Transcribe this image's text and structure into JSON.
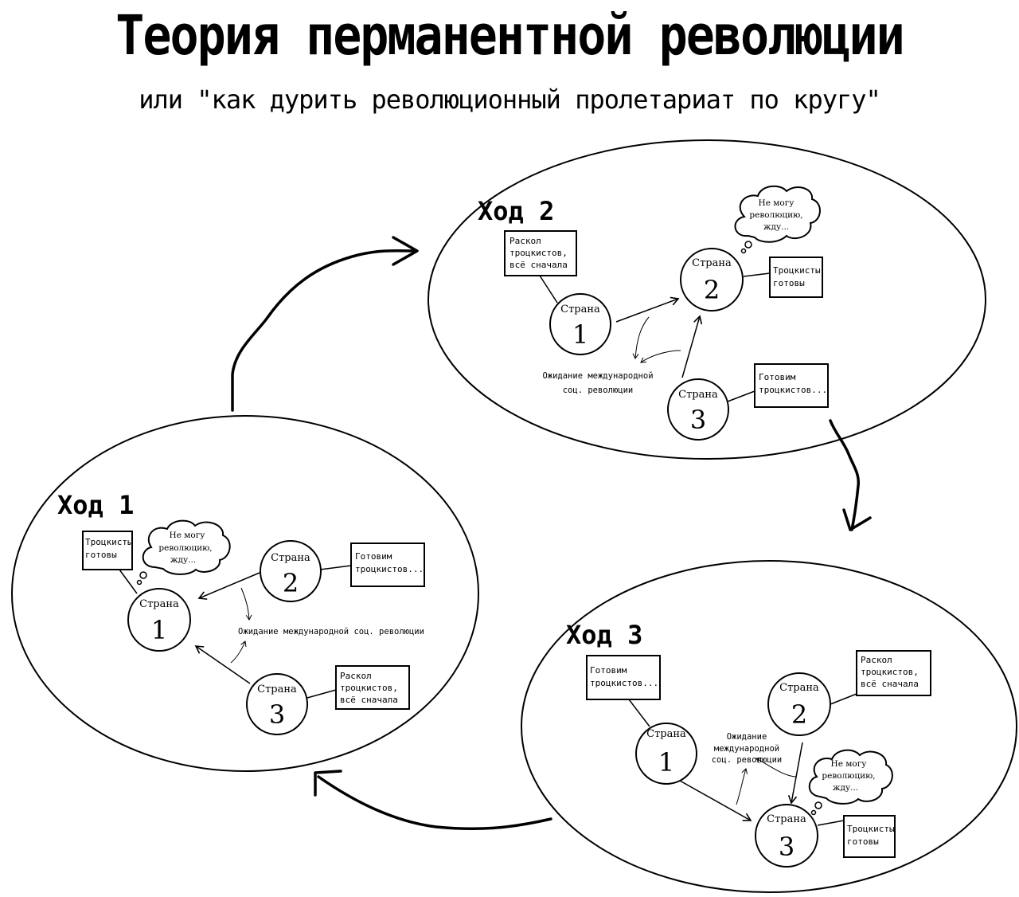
{
  "title": "Теория перманентной революции",
  "subtitle": "или \"как дурить революционный пролетариат по кругу\"",
  "country_word": "Страна",
  "country_numbers": [
    "1",
    "2",
    "3"
  ],
  "thought": [
    "Не могу",
    "революцию,",
    "жду..."
  ],
  "moves": [
    {
      "label": "Ход 1",
      "boxes": [
        [
          "Троцкисты",
          "готовы"
        ],
        [
          "Готовим",
          "троцкистов..."
        ],
        [
          "Раскол",
          "троцкистов,",
          "всё сначала"
        ]
      ],
      "waiting": [
        "Ожидание международной соц. революции"
      ]
    },
    {
      "label": "Ход 2",
      "boxes": [
        [
          "Раскол",
          "троцкистов,",
          "всё сначала"
        ],
        [
          "Троцкисты",
          "готовы"
        ],
        [
          "Готовим",
          "троцкистов..."
        ]
      ],
      "waiting": [
        "Ожидание международной",
        "соц. революции"
      ]
    },
    {
      "label": "Ход 3",
      "boxes": [
        [
          "Готовим",
          "троцкистов..."
        ],
        [
          "Раскол",
          "троцкистов,",
          "всё сначала"
        ],
        [
          "Троцкисты",
          "готовы"
        ]
      ],
      "waiting": [
        "Ожидание",
        "международной",
        "соц. революции"
      ]
    }
  ]
}
